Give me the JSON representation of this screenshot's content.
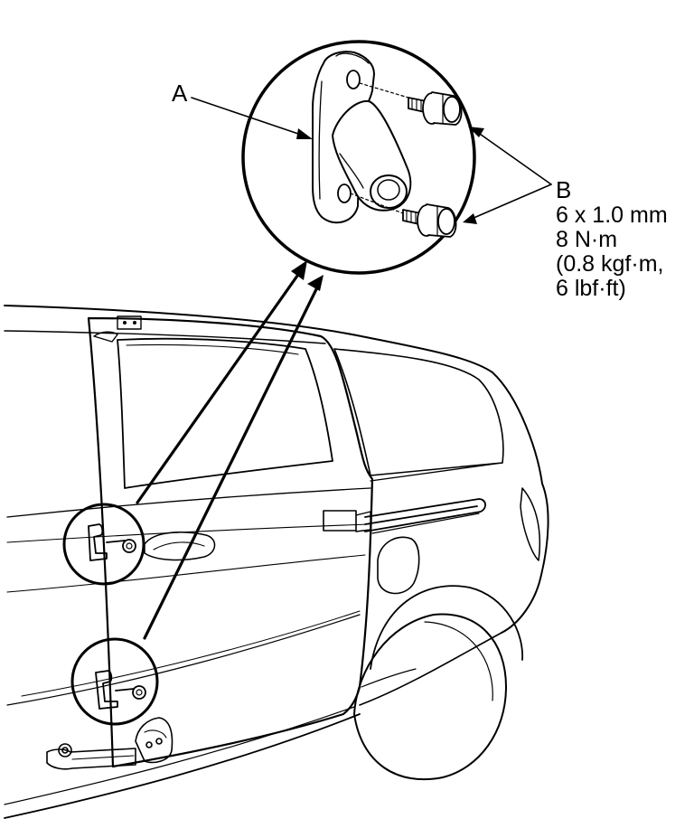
{
  "callouts": {
    "a": "A",
    "b": "B"
  },
  "fastener_spec": {
    "size": "6 x 1.0 mm",
    "torque_nm": "8 N·m",
    "torque_kgfm": "(0.8 kgf·m,",
    "torque_lbfft": "6 lbf·ft)"
  },
  "colors": {
    "line": "#000000",
    "background": "#ffffff"
  }
}
